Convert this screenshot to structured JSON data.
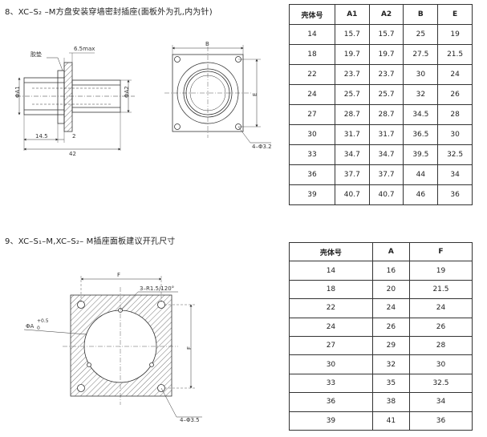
{
  "section1": {
    "title": "8、XC–S₂ –M方盘安装穿墙密封插座(面板外为孔,内为针)",
    "labels": {
      "gasket": "胶垫",
      "panel_thickness": "6.5max",
      "phi_a1": "ΦA1",
      "phi_a2": "ΦA2",
      "len_14_5": "14.5",
      "len_2": "2",
      "len_42": "42",
      "dim_b": "B",
      "dim_e": "E",
      "holes": "4–Φ3.2"
    },
    "table": {
      "headers": [
        "壳体号",
        "A1",
        "A2",
        "B",
        "E"
      ],
      "rows": [
        [
          "14",
          "15.7",
          "15.7",
          "25",
          "19"
        ],
        [
          "18",
          "19.7",
          "19.7",
          "27.5",
          "21.5"
        ],
        [
          "22",
          "23.7",
          "23.7",
          "30",
          "24"
        ],
        [
          "24",
          "25.7",
          "25.7",
          "32",
          "26"
        ],
        [
          "27",
          "28.7",
          "28.7",
          "34.5",
          "28"
        ],
        [
          "30",
          "31.7",
          "31.7",
          "36.5",
          "30"
        ],
        [
          "33",
          "34.7",
          "34.7",
          "39.5",
          "32.5"
        ],
        [
          "36",
          "37.7",
          "37.7",
          "44",
          "34"
        ],
        [
          "39",
          "40.7",
          "40.7",
          "46",
          "36"
        ]
      ]
    }
  },
  "section2": {
    "title": "9、XC–S₁–M,XC–S₂– M插座面板建议开孔尺寸",
    "labels": {
      "dim_f_top": "F",
      "dim_f_right": "F",
      "slots": "3–R1.5/120°",
      "phi_a": "ΦA",
      "tol_upper": "+0.5",
      "tol_lower": "0",
      "holes": "4–Φ3.5"
    },
    "table": {
      "headers": [
        "壳体号",
        "A",
        "F"
      ],
      "rows": [
        [
          "14",
          "16",
          "19"
        ],
        [
          "18",
          "20",
          "21.5"
        ],
        [
          "22",
          "24",
          "24"
        ],
        [
          "24",
          "26",
          "26"
        ],
        [
          "27",
          "29",
          "28"
        ],
        [
          "30",
          "32",
          "30"
        ],
        [
          "33",
          "35",
          "32.5"
        ],
        [
          "36",
          "38",
          "34"
        ],
        [
          "39",
          "41",
          "36"
        ]
      ]
    }
  }
}
